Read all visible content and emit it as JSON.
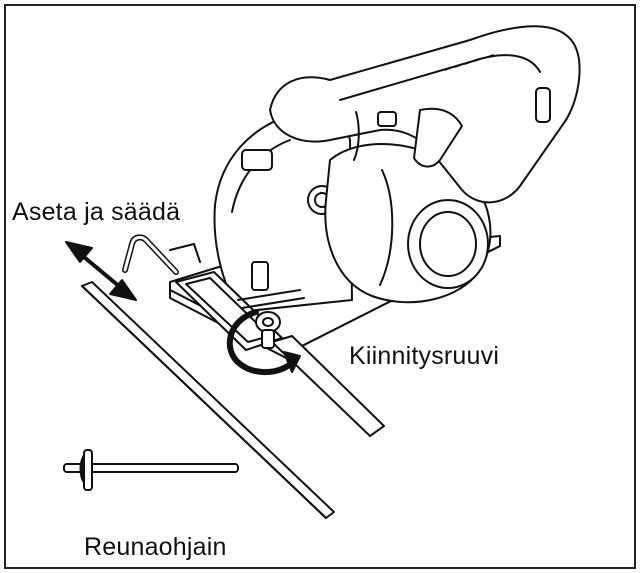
{
  "labels": {
    "set_and_adjust": "Aseta ja säädä",
    "clamp_screw": "Kiinnitysruuvi",
    "edge_guide": "Reunaohjain"
  },
  "colors": {
    "line": "#111111",
    "fill": "#ffffff",
    "frame": "#222222"
  },
  "icons": [
    "double-arrow-icon",
    "rotation-arrow-icon"
  ]
}
